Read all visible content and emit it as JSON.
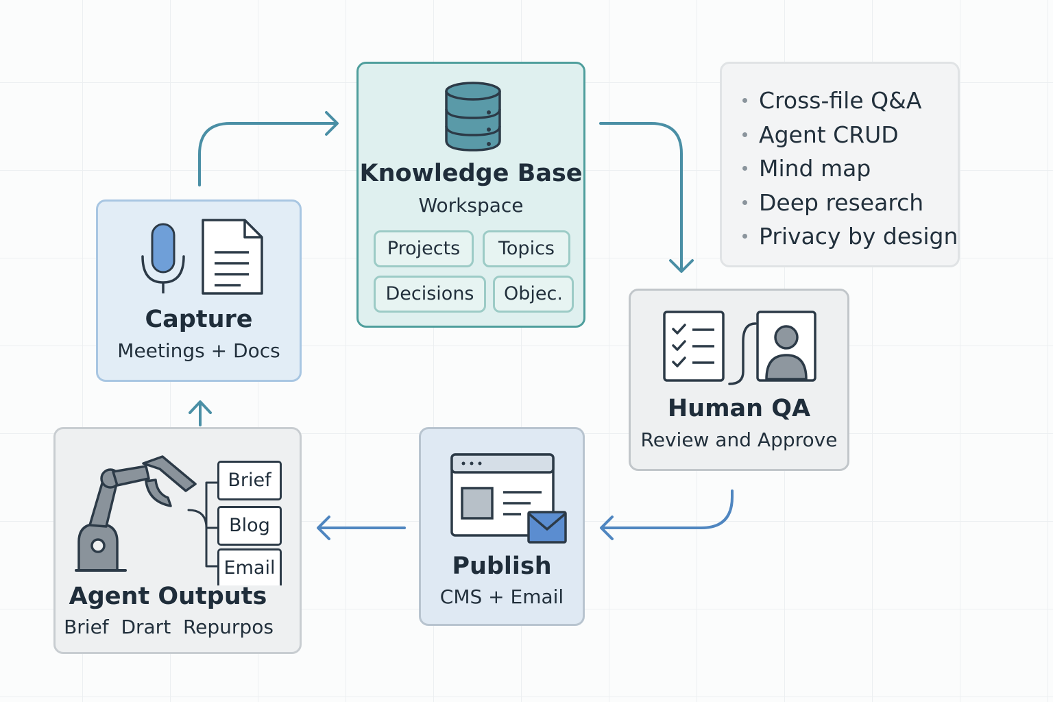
{
  "colors": {
    "connector": "#4a8fa5",
    "connector_blue": "#4f86c0",
    "kb_border": "#4e9e9c",
    "capture_border": "#a8c6e2",
    "mic_fill": "#6f9fd8",
    "database_fill": "#5a9aa8",
    "email_fill": "#5b8dd0"
  },
  "capture": {
    "title": "Capture",
    "subtitle": "Meetings + Docs",
    "icons": [
      "microphone-icon",
      "document-icon"
    ]
  },
  "knowledge_base": {
    "title": "Knowledge Base",
    "subtitle": "Workspace",
    "icon": "database-icon",
    "chips": [
      "Projects",
      "Topics",
      "Decisions",
      "Objec."
    ]
  },
  "features": {
    "items": [
      "Cross-file Q&A",
      "Agent CRUD",
      "Mind map",
      "Deep research",
      "Privacy by design"
    ]
  },
  "human_qa": {
    "title": "Human QA",
    "subtitle": "Review and Approve",
    "icons": [
      "checklist-icon",
      "user-profile-icon"
    ]
  },
  "publish": {
    "title": "Publish",
    "subtitle": "CMS + Email",
    "icons": [
      "browser-window-icon",
      "email-icon"
    ]
  },
  "agent_outputs": {
    "title": "Agent Outputs",
    "subtitle": "Brief  Drart  Repurpos",
    "icon": "robot-arm-icon",
    "tags": [
      "Brief",
      "Blog",
      "Email"
    ]
  }
}
